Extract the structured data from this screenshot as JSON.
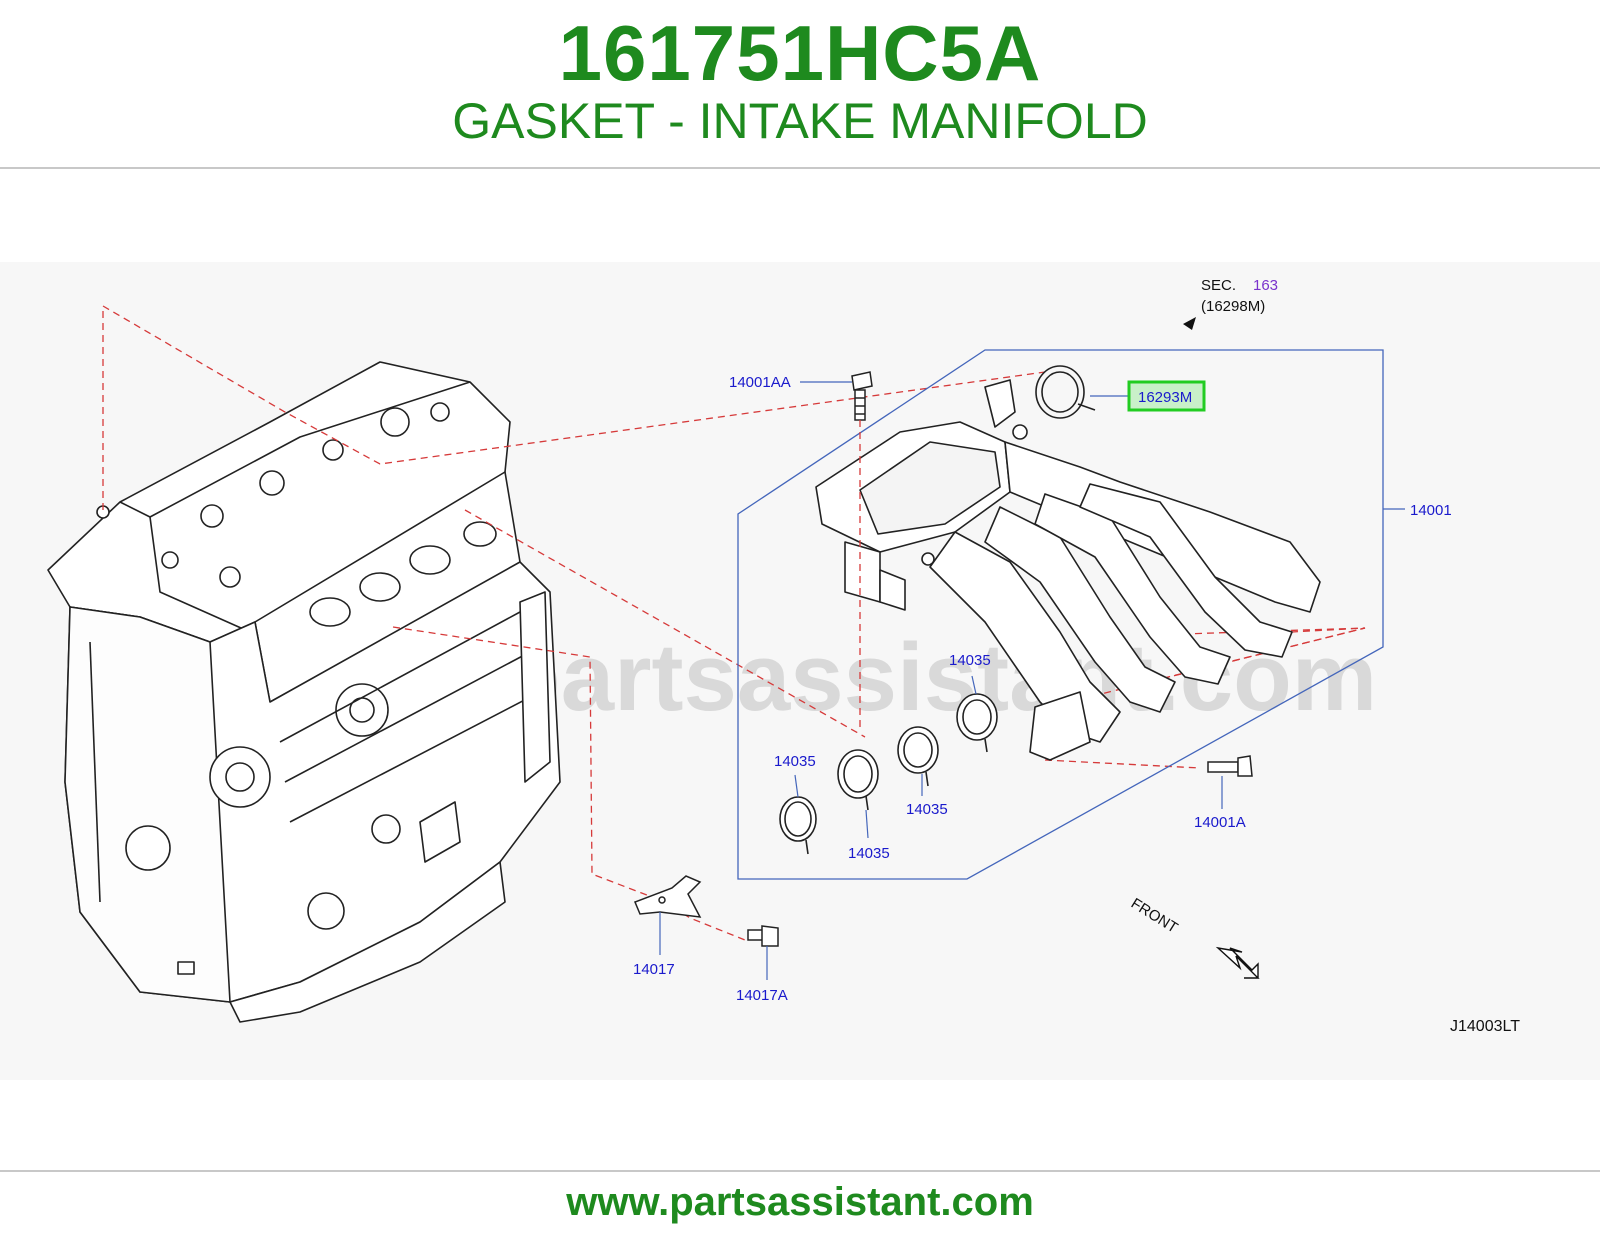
{
  "header": {
    "part_number": "161751HC5A",
    "part_name": "GASKET - INTAKE MANIFOLD"
  },
  "diagram": {
    "watermark": "www.partsassistant.com",
    "callouts": {
      "c14001AA": "14001AA",
      "c16293M": "16293M",
      "c14001": "14001",
      "c14035_a": "14035",
      "c14035_b": "14035",
      "c14035_c": "14035",
      "c14035_d": "14035",
      "c14001A": "14001A",
      "c14017": "14017",
      "c14017A": "14017A"
    },
    "section_ref": {
      "sec_label": "SEC.",
      "sec_number": "163",
      "sec_part": "(16298M)"
    },
    "front_label": "FRONT",
    "diagram_code": "J14003LT",
    "highlight_color": "#22cc22"
  },
  "footer": {
    "url": "www.partsassistant.com"
  }
}
